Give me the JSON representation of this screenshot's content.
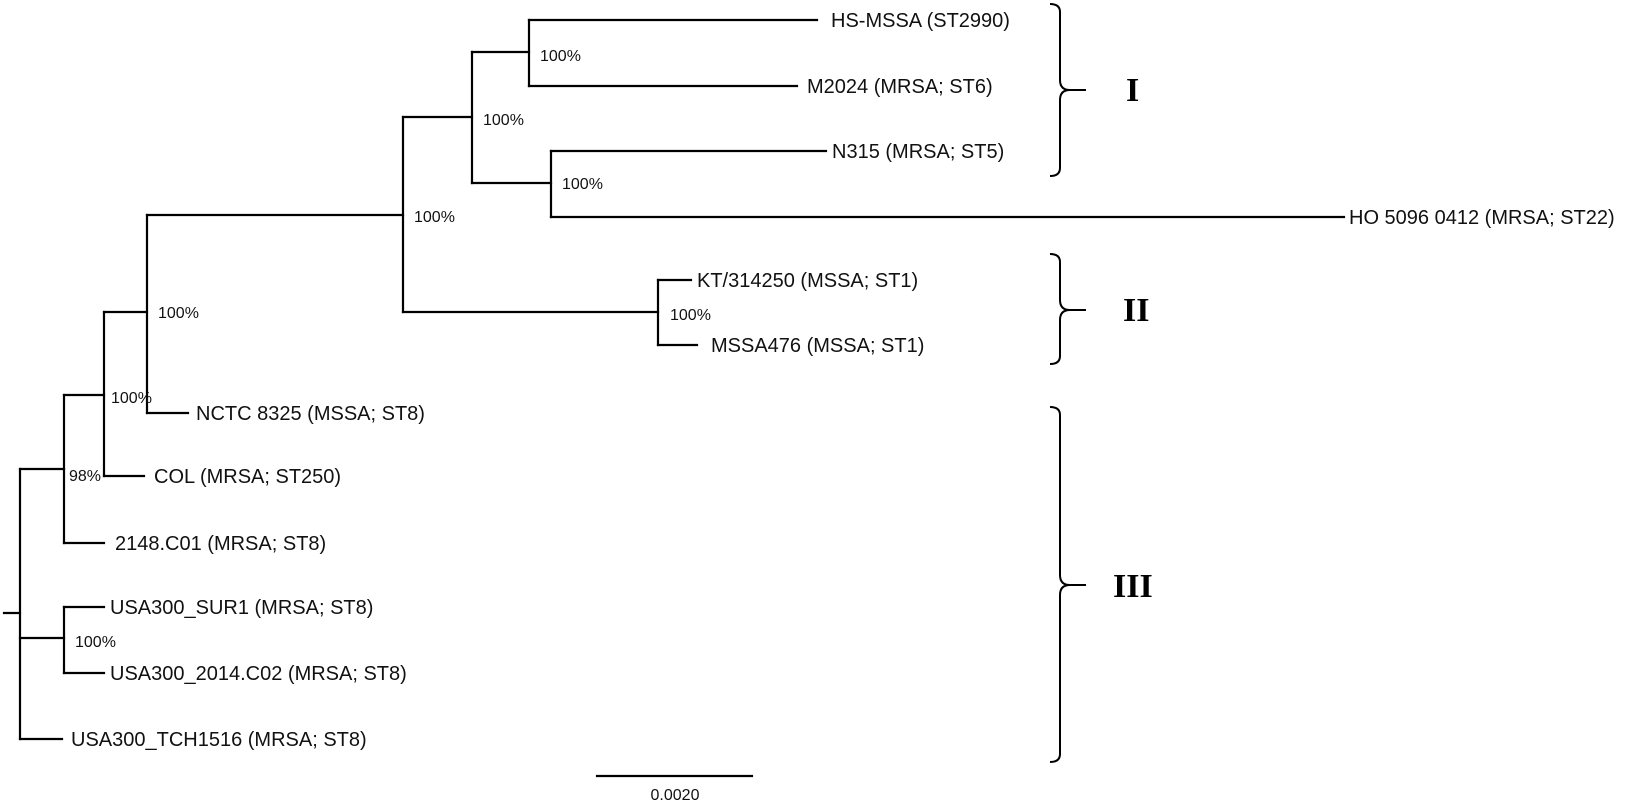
{
  "tree": {
    "leaves": [
      {
        "id": "hs-mssa",
        "label": "HS-MSSA (ST2990)"
      },
      {
        "id": "m2024",
        "label": "M2024 (MRSA; ST6)"
      },
      {
        "id": "n315",
        "label": "N315 (MRSA; ST5)"
      },
      {
        "id": "ho5096",
        "label": "HO 5096 0412 (MRSA; ST22)"
      },
      {
        "id": "kt314250",
        "label": "KT/314250 (MSSA; ST1)"
      },
      {
        "id": "mssa476",
        "label": "MSSA476 (MSSA; ST1)"
      },
      {
        "id": "nctc8325",
        "label": "NCTC 8325 (MSSA; ST8)"
      },
      {
        "id": "col",
        "label": "COL (MRSA; ST250)"
      },
      {
        "id": "c2148",
        "label": "2148.C01 (MRSA; ST8)"
      },
      {
        "id": "usa300-sur1",
        "label": "USA300_SUR1 (MRSA; ST8)"
      },
      {
        "id": "usa300-2014",
        "label": "USA300_2014.C02 (MRSA; ST8)"
      },
      {
        "id": "usa300-tch",
        "label": "USA300_TCH1516 (MRSA; ST8)"
      }
    ],
    "support_values": [
      {
        "node": "hs-mssa+m2024",
        "label": "100%"
      },
      {
        "node": "clade-I-inner",
        "label": "100%"
      },
      {
        "node": "n315+ho5096",
        "label": "100%"
      },
      {
        "node": "clades-I-II",
        "label": "100%"
      },
      {
        "node": "kt314250+mssa476",
        "label": "100%"
      },
      {
        "node": "clades-I-II+nctc8325",
        "label": "100%"
      },
      {
        "node": "clades-I-II+nctc8325+col",
        "label": "100%"
      },
      {
        "node": "clades-I-II+nctc8325+col+2148",
        "label": "98%"
      },
      {
        "node": "usa300-sur1+usa300-2014",
        "label": "100%"
      }
    ],
    "clades": [
      {
        "id": "I",
        "label": "I"
      },
      {
        "id": "II",
        "label": "II"
      },
      {
        "id": "III",
        "label": "III"
      }
    ],
    "scale_bar": {
      "label": "0.0020",
      "value": 0.002
    }
  }
}
